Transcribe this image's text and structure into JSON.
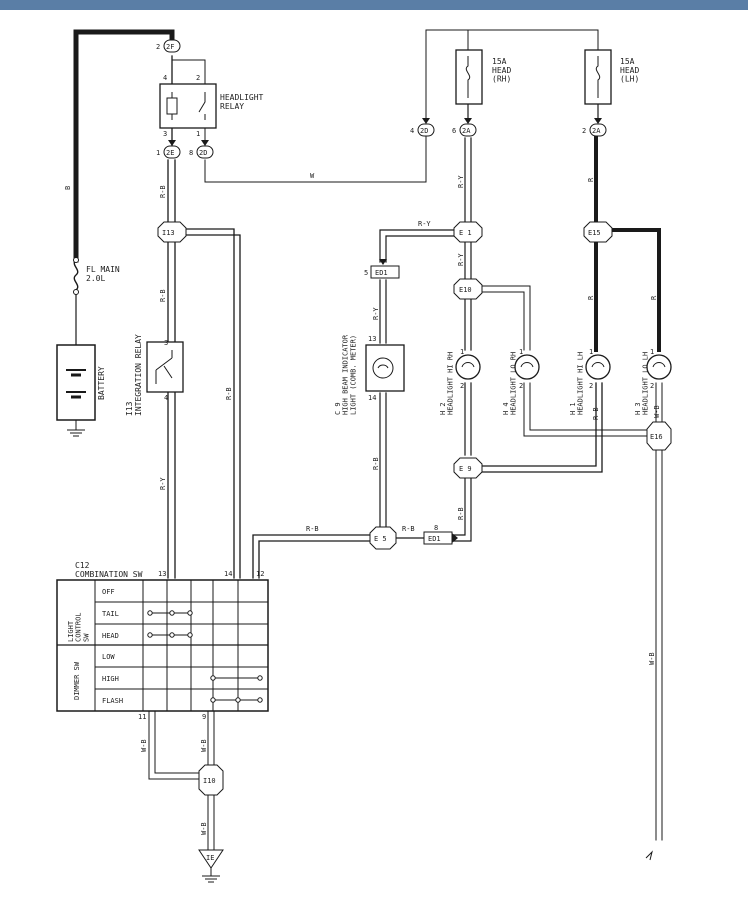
{
  "colors": {
    "wire": "#1a1a1a",
    "frame": "#5a7ea6",
    "paper": "#ffffff"
  },
  "relays": {
    "headlight_relay": "HEADLIGHT\nRELAY",
    "integration_relay": "I13\nINTEGRATION RELAY"
  },
  "fuses": {
    "fl_main": "FL MAIN\n2.0L",
    "head_rh": "15A\nHEAD\n(RH)",
    "head_lh": "15A\nHEAD\n(LH)"
  },
  "battery": "BATTERY",
  "connectors": {
    "c2f_top": "2F",
    "c2e": "2E",
    "c2d_bottom": "2D",
    "c2d_right": "2D",
    "c2a_mid": "2A",
    "c2a_right": "2A",
    "i13": "I13",
    "e1": "E 1",
    "e15": "E15",
    "e10": "E10",
    "ed1_top": "ED1",
    "e16": "E16",
    "e9": "E 9",
    "e5": "E 5",
    "ed1_bottom": "ED1",
    "i10": "I10",
    "ie": "IE"
  },
  "pins": {
    "p2_top": "2",
    "p4_relay": "4",
    "p2_relay": "2",
    "p3_relay": "3",
    "p1_relay": "1",
    "p1_2e": "1",
    "p8_2d": "8",
    "p4_2d": "4",
    "p6_2a": "6",
    "p2_2a": "2",
    "p5_ed1": "5",
    "p13_hb": "13",
    "p14_hb": "14",
    "p3_int": "3",
    "p4_int": "4",
    "p13_sw": "13",
    "p14_sw": "14",
    "p12_sw": "12",
    "p11_sw": "11",
    "p9_sw": "9",
    "p8_ed1": "8",
    "p2_h2": "2",
    "p1_h2": "1",
    "p2_h4": "2",
    "p1_h4": "1",
    "p1_h1": "1",
    "p2_h1": "2",
    "p1_h3": "1",
    "p2_h3": "2"
  },
  "wires": {
    "b": "B",
    "w": "W",
    "rb_1": "R-B",
    "rb_2": "R-B",
    "rb_3": "R-B",
    "ry_1": "R-Y",
    "ry_2": "R-Y",
    "ry_3": "R-Y",
    "ry_4": "R-Y",
    "ry_5": "R-Y",
    "r_1": "R",
    "r_2": "R",
    "r_3": "R",
    "rb_4": "R-B",
    "rb_5": "R-B",
    "rb_6": "R-B",
    "rb_7": "R-B",
    "rb_8": "R-B",
    "wb_1": "W-B",
    "wb_2": "W-B",
    "wb_3": "W-B",
    "wb_4": "W-B",
    "wb_5": "W-B"
  },
  "indicator": "C 9\nHIGH BEAM INDICATOR\nLIGHT (COMB. METER)",
  "headlights": {
    "h2": "H 2\nHEADLIGHT HI RH",
    "h4": "H 4\nHEADLIGHT LO RH",
    "h1": "H 1\nHEADLIGHT HI LH",
    "h3": "H 3\nHEADLIGHT LO LH"
  },
  "switch": {
    "title": "C12\nCOMBINATION SW",
    "group_light": "LIGHT\nCONTROL\nSW",
    "group_dimmer": "DIMMER SW",
    "rows": [
      "OFF",
      "TAIL",
      "HEAD",
      "LOW",
      "HIGH",
      "FLASH"
    ]
  }
}
